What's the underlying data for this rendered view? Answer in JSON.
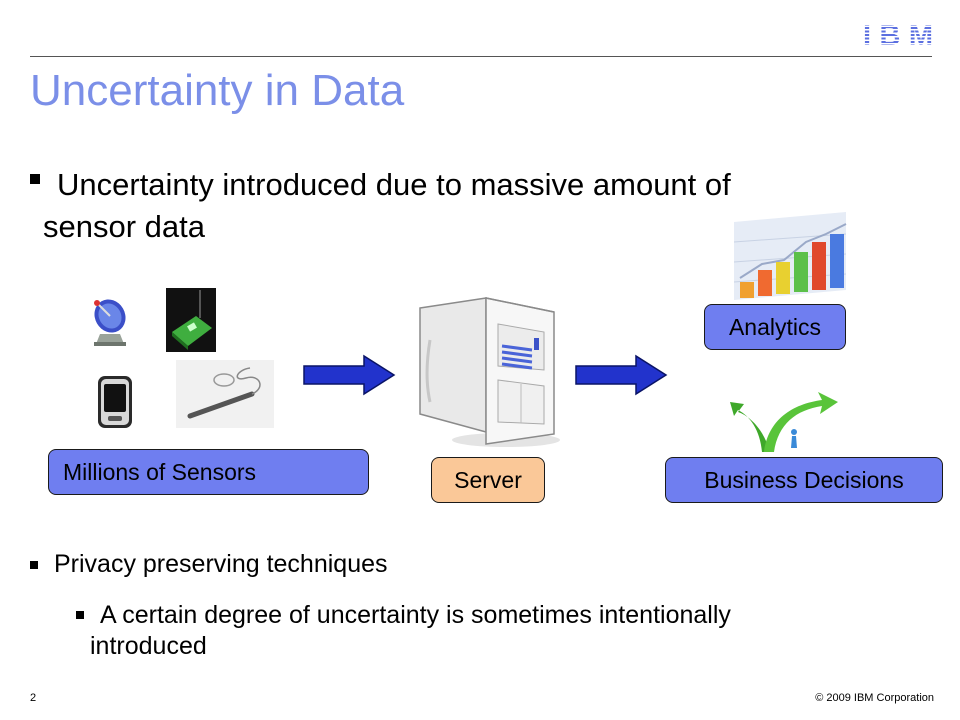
{
  "header": {
    "logo_text": "IBM",
    "title": "Uncertainty in Data"
  },
  "bullets": {
    "main": {
      "line1": "Uncertainty introduced due to massive amount of",
      "line2": "sensor data"
    },
    "privacy": "Privacy preserving techniques",
    "sub": {
      "line1": "A certain degree of uncertainty is sometimes intentionally",
      "line2": "introduced"
    }
  },
  "diagram": {
    "sensors_label": "Millions of Sensors",
    "server_label": "Server",
    "analytics_label": "Analytics",
    "business_label": "Business Decisions",
    "colors": {
      "box_blue": "#6f7ef0",
      "box_orange": "#fac898",
      "arrow": "#2233cc"
    }
  },
  "footer": {
    "page_number": "2",
    "copyright": "© 2009 IBM Corporation"
  }
}
